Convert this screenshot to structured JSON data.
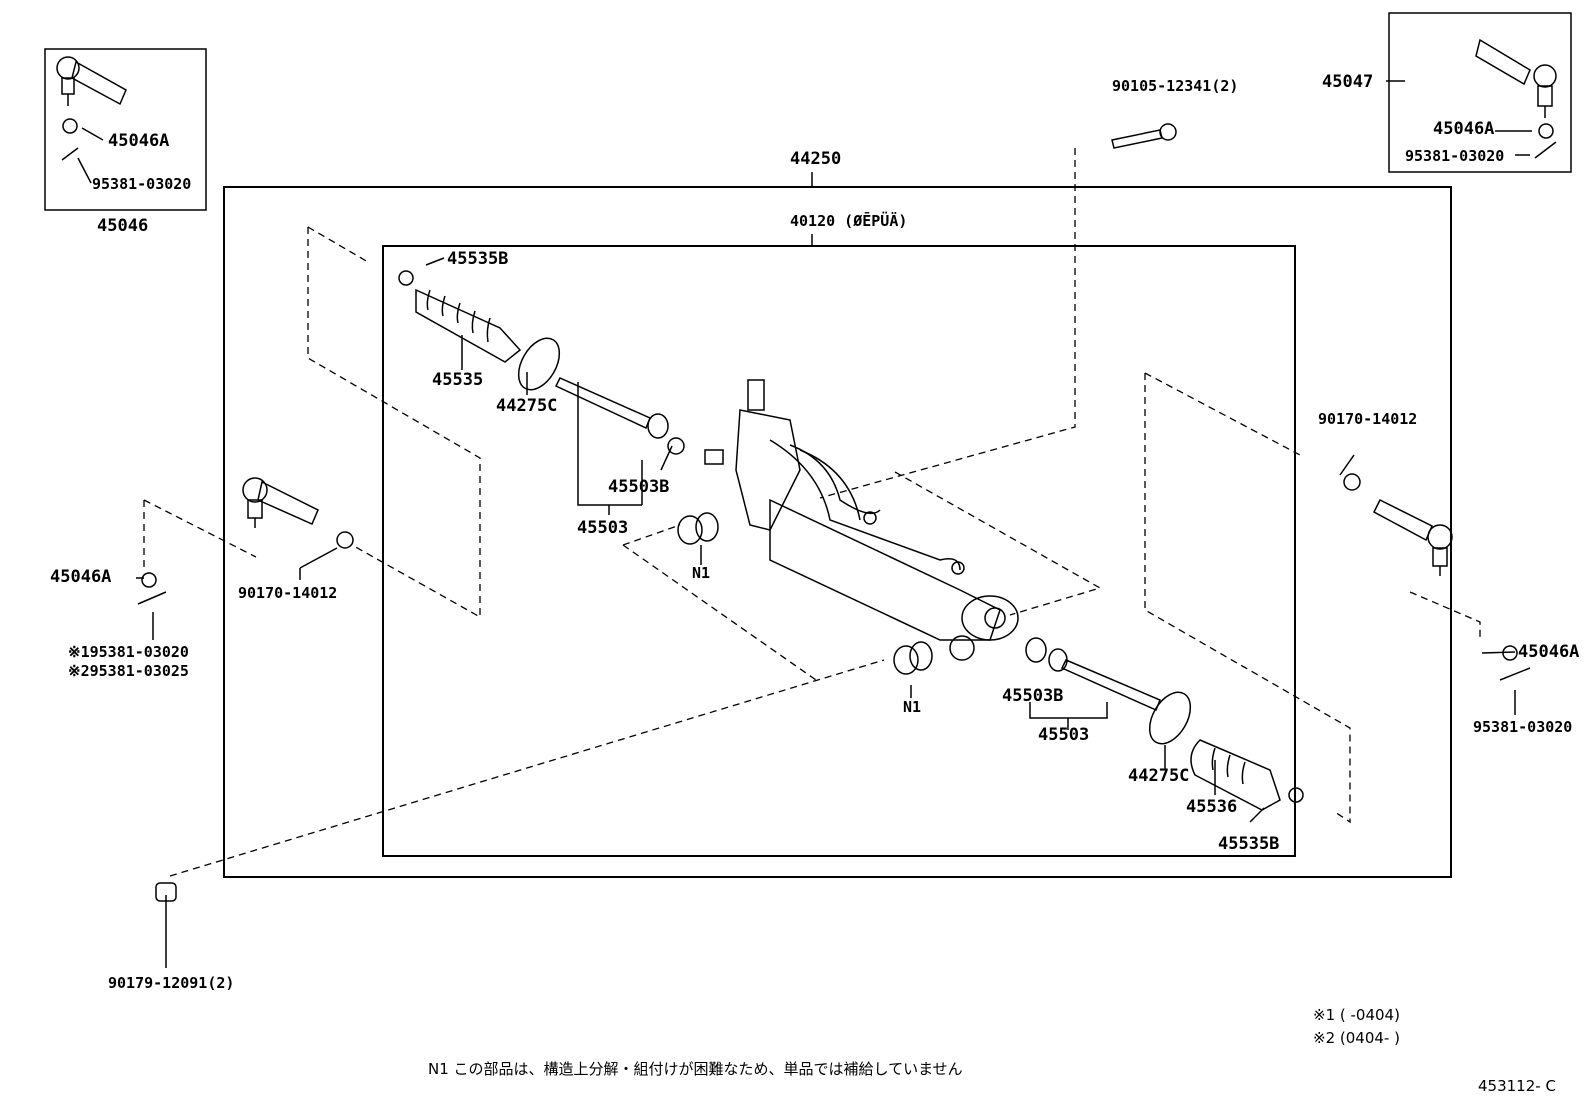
{
  "diagram": {
    "assembly_label": "44250",
    "sub_assembly_label": "40120 (ØĒPÜÄ)",
    "left_inset": {
      "label_top_nut": "45046A",
      "label_pin": "95381-03020",
      "label_bottom": "45046"
    },
    "right_inset": {
      "label_end": "45047",
      "label_nut": "45046A",
      "label_pin": "95381-03020"
    },
    "bolt_top": "90105-12341(2)",
    "boot_clamp_left": "45535B",
    "boot_left": "45535",
    "ring_left": "44275C",
    "rod_washer_left": "45503B",
    "rod_left": "45503",
    "n1_upper": "N1",
    "n1_lower": "N1",
    "washer_right": "45503B",
    "rod_right": "45503",
    "ring_right": "44275C",
    "boot_right": "45536",
    "boot_clamp_right": "45535B",
    "left_end_nut": "90170-14012",
    "left_end_castle": "45046A",
    "left_pin_1": "※195381-03020",
    "left_pin_2": "※295381-03025",
    "right_end_nut": "90170-14012",
    "right_end_castle": "45046A",
    "right_pin": "95381-03020",
    "bottom_nut": "90179-12091(2)",
    "notes": {
      "n1_note": "N1  この部品は、構造上分解・組付けが困難なため、単品では補給していません",
      "note1": "※1  (        -0404)",
      "note2": "※2  (0404-        )",
      "drawing_code": "453112- C"
    }
  }
}
